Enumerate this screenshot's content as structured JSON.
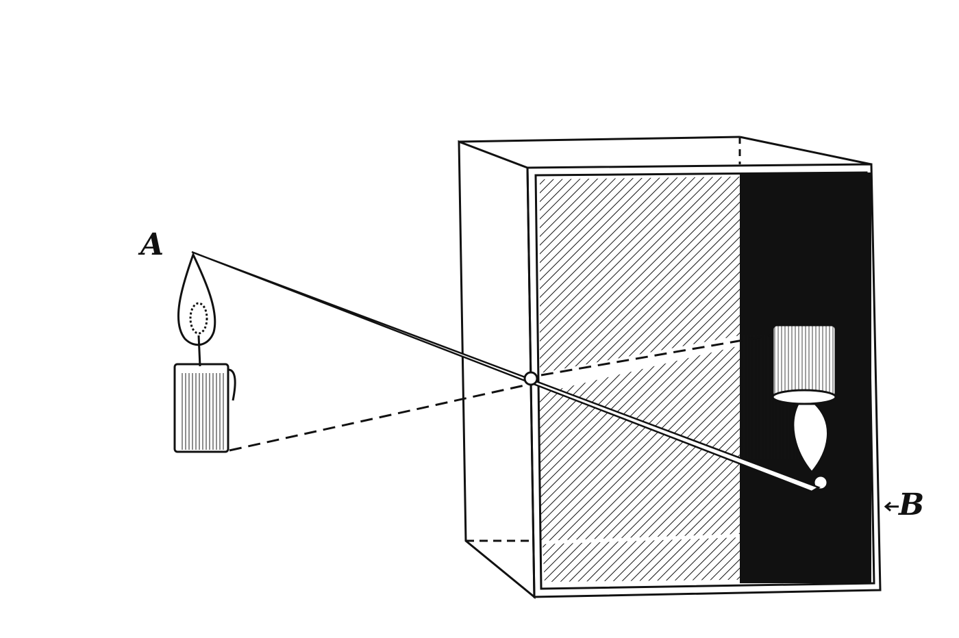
{
  "title": "Camera obscura",
  "labels": {
    "a": "A",
    "b": "B"
  },
  "colors": {
    "ink": "#111111",
    "paper": "#ffffff"
  }
}
